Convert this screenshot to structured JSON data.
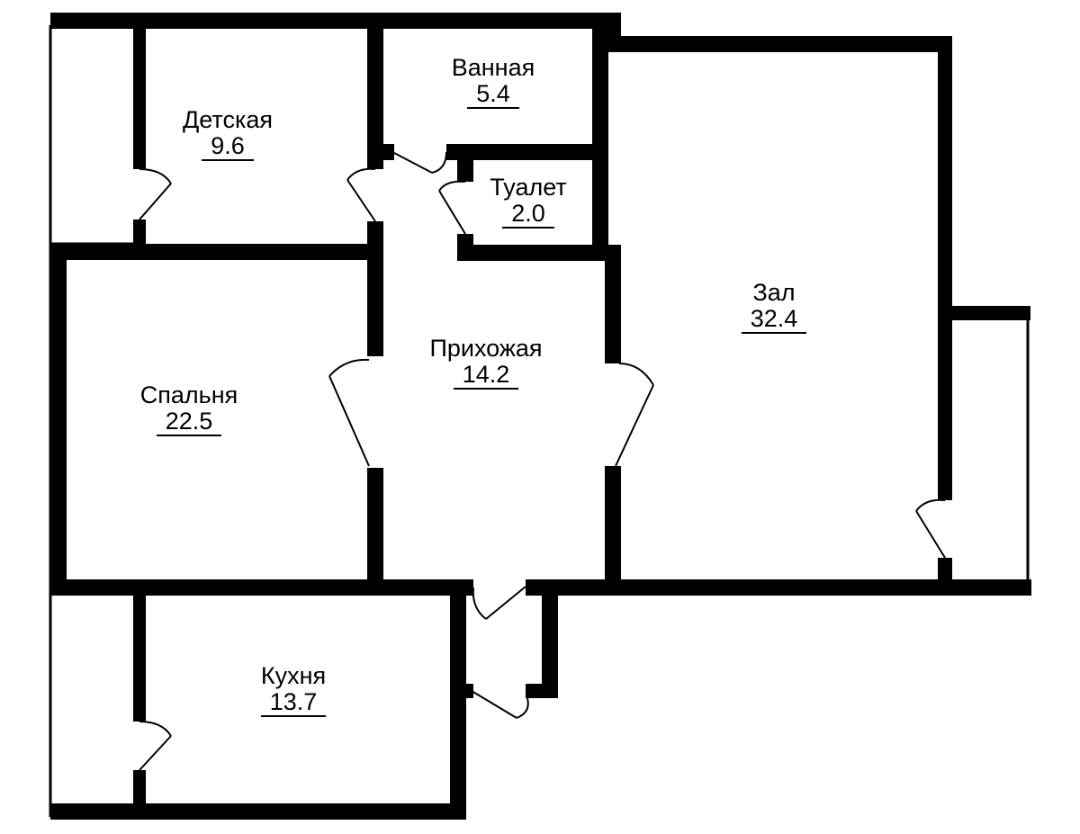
{
  "colors": {
    "wall": "#000000",
    "background": "#ffffff",
    "text": "#000000"
  },
  "rooms": [
    {
      "name": "Детская",
      "area": "9.6"
    },
    {
      "name": "Ванная",
      "area": "5.4"
    },
    {
      "name": "Туалет",
      "area": "2.0"
    },
    {
      "name": "Зал",
      "area": "32.4"
    },
    {
      "name": "Прихожая",
      "area": "14.2"
    },
    {
      "name": "Спальня",
      "area": "22.5"
    },
    {
      "name": "Кухня",
      "area": "13.7"
    }
  ]
}
